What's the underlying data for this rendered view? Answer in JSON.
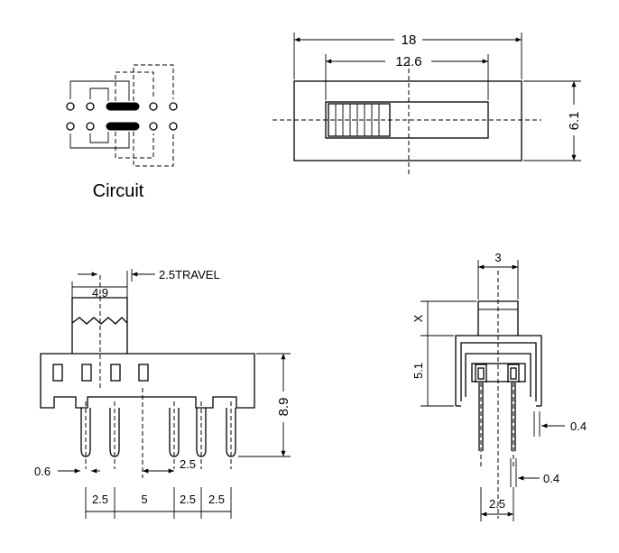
{
  "circuit": {
    "label": "Circuit"
  },
  "top_view": {
    "length": "18",
    "slider_length": "12.6",
    "height": "6.1"
  },
  "front_view": {
    "actuator_width": "4.9",
    "travel": "2.5TRAVEL",
    "height": "8.9",
    "pin_width": "0.6",
    "pin_offset": "2.5",
    "pitch_labels": [
      "2.5",
      "5",
      "2.5",
      "2.5"
    ]
  },
  "side_view": {
    "actuator_width": "3",
    "actuator_height": "X",
    "body_height": "5.1",
    "pin_thickness_top": "0.4",
    "pin_thickness_bottom": "0.4",
    "row_pitch": "2.5"
  }
}
